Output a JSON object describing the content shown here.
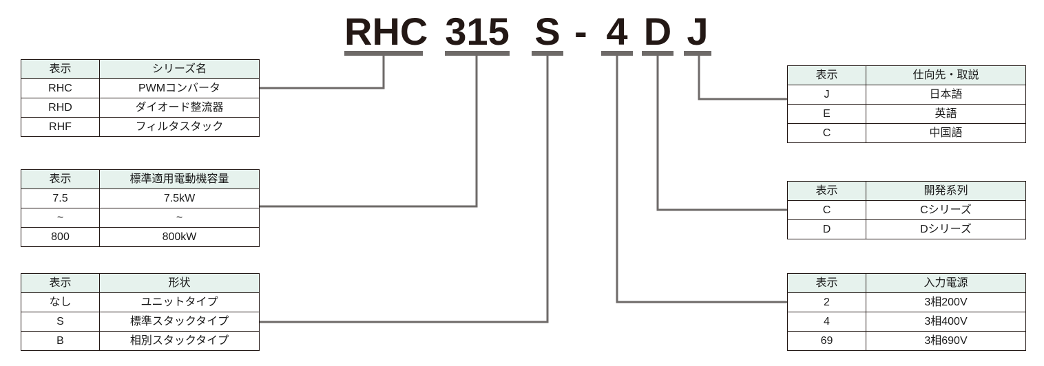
{
  "model_code": {
    "series": "RHC",
    "capacity": "315",
    "shape": "S",
    "separator": "-",
    "power": "4",
    "development": "D",
    "language": "J"
  },
  "tables": {
    "series": {
      "header": [
        "表示",
        "シリーズ名"
      ],
      "rows": [
        [
          "RHC",
          "PWMコンバータ"
        ],
        [
          "RHD",
          "ダイオード整流器"
        ],
        [
          "RHF",
          "フィルタスタック"
        ]
      ]
    },
    "capacity": {
      "header": [
        "表示",
        "標準適用電動機容量"
      ],
      "rows": [
        [
          "7.5",
          "7.5kW"
        ],
        [
          "~",
          "~"
        ],
        [
          "800",
          "800kW"
        ]
      ]
    },
    "shape": {
      "header": [
        "表示",
        "形状"
      ],
      "rows": [
        [
          "なし",
          "ユニットタイプ"
        ],
        [
          "S",
          "標準スタックタイプ"
        ],
        [
          "B",
          "相別スタックタイプ"
        ]
      ]
    },
    "language": {
      "header": [
        "表示",
        "仕向先・取説"
      ],
      "rows": [
        [
          "J",
          "日本語"
        ],
        [
          "E",
          "英語"
        ],
        [
          "C",
          "中国語"
        ]
      ]
    },
    "development": {
      "header": [
        "表示",
        "開発系列"
      ],
      "rows": [
        [
          "C",
          "Cシリーズ"
        ],
        [
          "D",
          "Dシリーズ"
        ]
      ]
    },
    "power": {
      "header": [
        "表示",
        "入力電源"
      ],
      "rows": [
        [
          "2",
          "3相200V"
        ],
        [
          "4",
          "3相400V"
        ],
        [
          "69",
          "3相690V"
        ]
      ]
    }
  },
  "colors": {
    "header_bg": "#e6f2ed",
    "connector": "#6e6a68",
    "text": "#231815"
  }
}
